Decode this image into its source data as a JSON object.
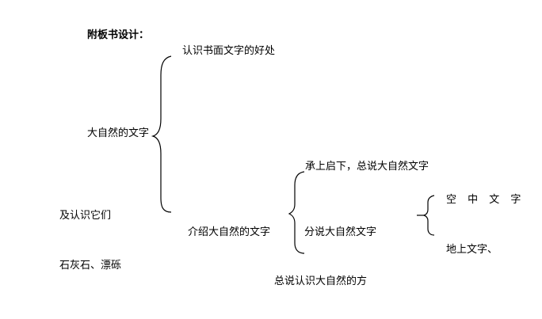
{
  "heading": "附板书设计：",
  "root": {
    "label": "大自然的文字",
    "branch_top": "认识书面文字的好处",
    "branch_bottom": "介绍大自然的文字"
  },
  "intro": {
    "point_1": "承上启下，总说大自然文字",
    "point_2": "分说大自然文字"
  },
  "sub": {
    "sky": "空 中 文 字",
    "ground": "地上文字、"
  },
  "left_notes": {
    "line_1": "及认识它们",
    "line_2": "石灰石、漂砾"
  },
  "footer": "总说认识大自然的方",
  "colors": {
    "text": "#000000",
    "bracket": "#000000",
    "background": "#ffffff"
  }
}
